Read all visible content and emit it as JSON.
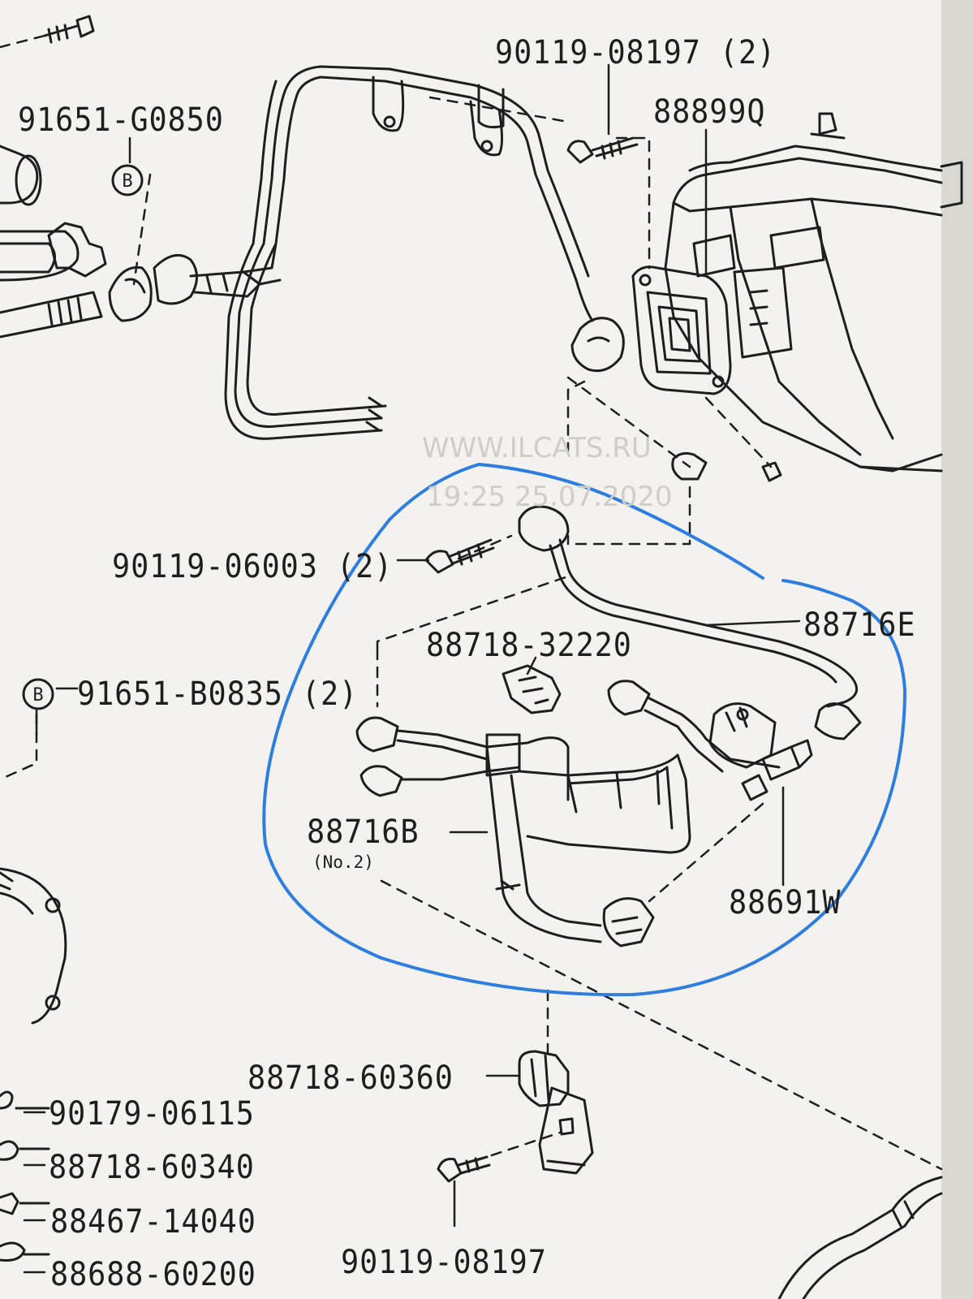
{
  "diagram": {
    "labels": {
      "p90119_08197_top": "90119-08197 (2)",
      "p91651_g0850": "91651-G0850",
      "p88899q": "88899Q",
      "p90119_06003": "90119-06003 (2)",
      "p88716e": "88716E",
      "p88718_32220": "88718-32220",
      "p91651_b0835": "91651-B0835 (2)",
      "p88716b": "88716B",
      "p88716b_sub": "(No.2)",
      "p88691w": "88691W",
      "p88718_60360": "88718-60360",
      "p90179_06115": "90179-06115",
      "p88718_60340": "88718-60340",
      "p88467_14040": "88467-14040",
      "p88688_60200": "88688-60200",
      "p90119_08197_bottom": "90119-08197"
    },
    "callout_marks": {
      "b_upper": "B",
      "b_left": "B"
    },
    "watermark": {
      "site": "WWW.ILCATS.RU",
      "timestamp": "19:25 25.07.2020"
    },
    "colors": {
      "ink": "#1e1e1e",
      "paper": "#f3f2ee",
      "highlight": "#2e7de0",
      "watermark": "#cfcdc6"
    }
  }
}
